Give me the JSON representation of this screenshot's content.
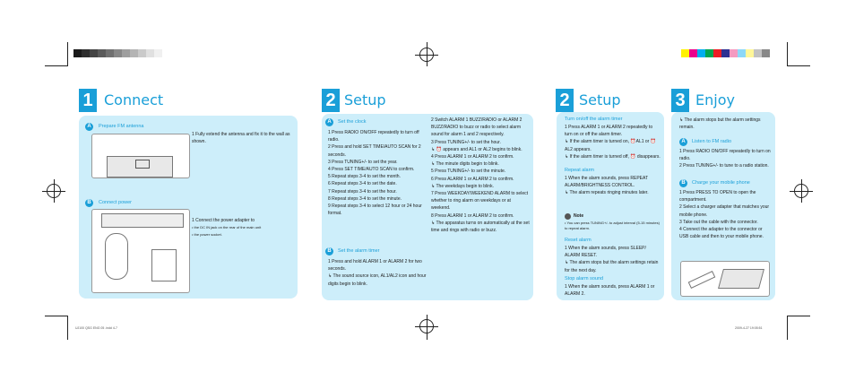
{
  "colors": {
    "accent": "#1a9fd8",
    "panel": "#cdeefa"
  },
  "footer": {
    "left": "UJ100 QSG ENG 05 .indd 4-7",
    "right": "2009-4-27 19:05:51"
  },
  "connect": {
    "num": "1",
    "title": "Connect",
    "a_label": "Prepare FM antenna",
    "a_step": "1 Fully extend the antenna and fix it to the wall as shown.",
    "b_label": "Connect power",
    "b_step": "1 Connect the power adapter to",
    "b_b1": "the DC IN jack on the rear of the main unit",
    "b_b2": "the power socket."
  },
  "setup1": {
    "num": "2",
    "title": "Setup",
    "a_label": "Set the clock",
    "clock_steps": [
      "1 Press RADIO ON/OFF repeatedly to turn off radio.",
      "2 Press and hold SET TIME/AUTO SCAN for 2 seconds.",
      "3 Press TUNING+/- to set the year.",
      "4 Press SET TIME/AUTO SCAN to confirm.",
      "5 Repeat steps 3-4 to set the month.",
      "6 Repeat steps 3-4 to set the date.",
      "7 Repeat steps 3-4 to set the hour.",
      "8 Repeat steps 3-4 to set the minute.",
      "9 Repeat steps 3-4 to select 12 hour or 24 hour format."
    ],
    "b_label": "Set the alarm timer",
    "alarm_steps": [
      "1 Press and hold ALARM 1 or ALARM 2 for two seconds.",
      "↳ The sound source icon, AL1/AL2 icon and hour digits begin to blink."
    ],
    "col2": [
      "2 Switch ALARM 1 BUZZ/RADIO or ALARM 2 BUZZ/RADIO to buzz or radio to select alarm sound for alarm 1 and 2 respectively.",
      "3 Press TUNING+/- to set the hour.",
      "↳ ⏰ appears and AL1 or AL2 begins to blink.",
      "4 Press ALARM 1 or ALARM 2 to confirm.",
      "↳ The minute digits begin to blink.",
      "5 Press TUNING+/- to set the minute.",
      "6 Press ALARM 1 or ALARM 2 to confirm.",
      "↳ The weekdays begin to blink.",
      "7 Press WEEKDAY/WEEKEND ALARM to select whether to ring alarm on weekdays or at weekend.",
      "8 Press ALARM 1 or ALARM 2 to confirm.",
      "↳ The apparatus turns on automatically at the set time and rings with radio or buzz."
    ]
  },
  "setup2": {
    "num": "2",
    "title": "Setup",
    "s1_label": "Turn on/off the alarm timer",
    "s1_lines": [
      "1 Press ALARM 1 or ALARM 2 repeatedly to turn on or off the alarm timer.",
      "↳ If the alarm timer is turned on, ⏰AL1 or ⏰AL2 appears.",
      "↳ If the alarm timer is turned off, ⏰ disappears."
    ],
    "s2_label": "Repeat alarm",
    "s2_lines": [
      "1 When the alarm sounds, press REPEAT ALARM/BRIGHTNESS CONTROL.",
      "↳ The alarm repeats ringing minutes later."
    ],
    "note_label": "Note",
    "note_text": "You can press TUNING+/- to adjust interval (5-15 minutes) to repeat alarm.",
    "s3_label": "Reset alarm",
    "s3_lines": [
      "1 When the alarm sounds, press SLEEP/ ALARM RESET.",
      "↳ The alarm stops but the alarm settings retain for the next day."
    ],
    "s4_label": "Stop alarm sound",
    "s4_lines": [
      "1 When the alarm sounds, press ALARM 1 or ALARM 2."
    ]
  },
  "enjoy": {
    "num": "3",
    "title": "Enjoy",
    "intro": "↳ The alarm stops but the alarm settings remain.",
    "a_label": "Listen to FM radio",
    "a_lines": [
      "1 Press RADIO ON/OFF repeatedly to turn on radio.",
      "2 Press TUNING+/- to tune to a radio station."
    ],
    "b_label": "Charge your mobile phone",
    "b_lines": [
      "1 Press PRESS TO OPEN to open the compartment.",
      "2 Select a charger adapter that matches your mobile phone.",
      "3 Take out the cable with the connector.",
      "4 Connect the adapter to the connector or USB cable and then to your mobile phone."
    ]
  },
  "letters": {
    "a": "A",
    "b": "B"
  }
}
